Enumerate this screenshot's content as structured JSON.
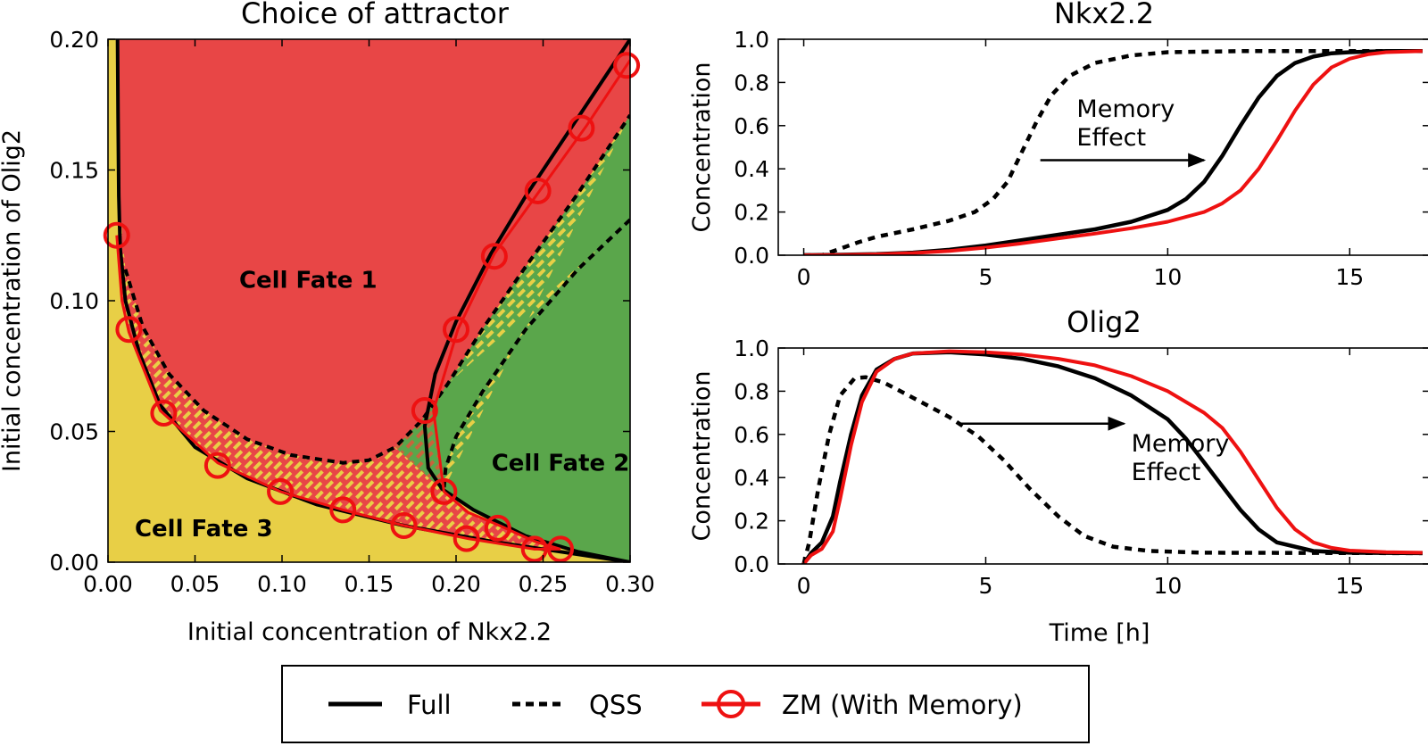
{
  "colors": {
    "fate1": "#E84646",
    "fate2": "#5AA64B",
    "fate3": "#E8CF46",
    "full": "#000000",
    "qss": "#000000",
    "zm": "#EE1111",
    "hatch": "#C8643C"
  },
  "legend": {
    "items": [
      {
        "label": "Full",
        "style": "solid",
        "color": "#000000"
      },
      {
        "label": "QSS",
        "style": "dashed",
        "color": "#000000"
      },
      {
        "label": "ZM (With Memory)",
        "style": "solid-circle",
        "color": "#EE1111"
      }
    ]
  },
  "chart_data": [
    {
      "type": "area",
      "title": "Choice of attractor",
      "xlabel": "Initial concentration of Nkx2.2",
      "ylabel": "Initial concentration of Olig2",
      "xlim": [
        0,
        0.3
      ],
      "ylim": [
        0,
        0.2
      ],
      "xticks": [
        "0.00",
        "0.05",
        "0.10",
        "0.15",
        "0.20",
        "0.25",
        "0.30"
      ],
      "yticks": [
        "0.00",
        "0.05",
        "0.10",
        "0.15",
        "0.20"
      ],
      "regions": [
        {
          "label": "Cell Fate 1",
          "color": "#E84646",
          "label_at": [
            0.115,
            0.108
          ]
        },
        {
          "label": "Cell Fate 2",
          "color": "#5AA64B",
          "label_at": [
            0.26,
            0.038
          ]
        },
        {
          "label": "Cell Fate 3",
          "color": "#E8CF46",
          "label_at": [
            0.055,
            0.013
          ]
        }
      ],
      "series": [
        {
          "name": "Full",
          "style": "solid",
          "left_boundary": [
            [
              0.0055,
              0.2
            ],
            [
              0.0058,
              0.17
            ],
            [
              0.0062,
              0.14
            ],
            [
              0.007,
              0.12
            ],
            [
              0.01,
              0.1
            ],
            [
              0.018,
              0.08
            ],
            [
              0.03,
              0.06
            ],
            [
              0.05,
              0.044
            ],
            [
              0.08,
              0.032
            ],
            [
              0.12,
              0.022
            ],
            [
              0.17,
              0.014
            ],
            [
              0.22,
              0.008
            ],
            [
              0.26,
              0.004
            ],
            [
              0.285,
              0.0015
            ],
            [
              0.3,
              0.0
            ]
          ],
          "right_boundary": [
            [
              0.3,
              0.2
            ],
            [
              0.27,
              0.17
            ],
            [
              0.24,
              0.14
            ],
            [
              0.22,
              0.118
            ],
            [
              0.2,
              0.092
            ],
            [
              0.188,
              0.072
            ],
            [
              0.182,
              0.052
            ],
            [
              0.184,
              0.036
            ],
            [
              0.192,
              0.028
            ],
            [
              0.21,
              0.02
            ],
            [
              0.24,
              0.01
            ],
            [
              0.27,
              0.004
            ],
            [
              0.3,
              0.0
            ]
          ]
        },
        {
          "name": "QSS",
          "style": "dashed",
          "left_boundary": [
            [
              0.01,
              0.112
            ],
            [
              0.02,
              0.09
            ],
            [
              0.035,
              0.072
            ],
            [
              0.055,
              0.058
            ],
            [
              0.08,
              0.047
            ],
            [
              0.105,
              0.041
            ],
            [
              0.135,
              0.038
            ],
            [
              0.15,
              0.039
            ],
            [
              0.165,
              0.044
            ],
            [
              0.18,
              0.054
            ],
            [
              0.195,
              0.068
            ],
            [
              0.215,
              0.089
            ],
            [
              0.24,
              0.113
            ],
            [
              0.27,
              0.141
            ],
            [
              0.3,
              0.171
            ]
          ],
          "right_boundary": [
            [
              0.3,
              0.131
            ],
            [
              0.27,
              0.112
            ],
            [
              0.24,
              0.089
            ],
            [
              0.215,
              0.065
            ],
            [
              0.2,
              0.048
            ],
            [
              0.194,
              0.036
            ],
            [
              0.193,
              0.028
            ]
          ]
        },
        {
          "name": "ZM (With Memory)",
          "style": "solid-circle",
          "left_boundary": [
            [
              0.005,
              0.125
            ],
            [
              0.008,
              0.1
            ],
            [
              0.012,
              0.088
            ],
            [
              0.03,
              0.058
            ],
            [
              0.063,
              0.038
            ],
            [
              0.099,
              0.027
            ],
            [
              0.135,
              0.02
            ],
            [
              0.17,
              0.014
            ],
            [
              0.207,
              0.009
            ],
            [
              0.245,
              0.005
            ],
            [
              0.26,
              0.005
            ]
          ],
          "right_boundary": [
            [
              0.3,
              0.192
            ],
            [
              0.275,
              0.167
            ],
            [
              0.248,
              0.142
            ],
            [
              0.222,
              0.118
            ],
            [
              0.201,
              0.089
            ],
            [
              0.187,
              0.058
            ],
            [
              0.193,
              0.027
            ],
            [
              0.207,
              0.019
            ],
            [
              0.225,
              0.014
            ],
            [
              0.245,
              0.008
            ],
            [
              0.26,
              0.005
            ]
          ],
          "markers": [
            [
              0.005,
              0.125
            ],
            [
              0.012,
              0.089
            ],
            [
              0.032,
              0.057
            ],
            [
              0.063,
              0.037
            ],
            [
              0.099,
              0.027
            ],
            [
              0.135,
              0.02
            ],
            [
              0.17,
              0.014
            ],
            [
              0.206,
              0.009
            ],
            [
              0.245,
              0.005
            ],
            [
              0.26,
              0.005
            ],
            [
              0.193,
              0.027
            ],
            [
              0.224,
              0.013
            ],
            [
              0.182,
              0.058
            ],
            [
              0.2,
              0.089
            ],
            [
              0.222,
              0.117
            ],
            [
              0.247,
              0.142
            ],
            [
              0.272,
              0.166
            ],
            [
              0.298,
              0.19
            ]
          ]
        }
      ]
    },
    {
      "type": "line",
      "title": "Nkx2.2",
      "xlabel": "",
      "ylabel": "Concentration",
      "xlim": [
        -0.7,
        17.2
      ],
      "ylim": [
        0,
        1.0
      ],
      "xticks": [
        "0",
        "5",
        "10",
        "15"
      ],
      "yticks": [
        "0.0",
        "0.2",
        "0.4",
        "0.6",
        "0.8",
        "1.0"
      ],
      "annotation": {
        "line1": "Memory",
        "line2": "Effect",
        "arrow_from": [
          6.5,
          0.44
        ],
        "arrow_to": [
          11.0,
          0.44
        ],
        "text_at": [
          7.5,
          0.64
        ]
      },
      "series": [
        {
          "name": "Full",
          "style": "solid",
          "points": [
            [
              0,
              0
            ],
            [
              1,
              0.002
            ],
            [
              2,
              0.005
            ],
            [
              3,
              0.012
            ],
            [
              4,
              0.025
            ],
            [
              5,
              0.045
            ],
            [
              6,
              0.07
            ],
            [
              7,
              0.095
            ],
            [
              8,
              0.12
            ],
            [
              9,
              0.155
            ],
            [
              10,
              0.21
            ],
            [
              10.5,
              0.26
            ],
            [
              11,
              0.34
            ],
            [
              11.5,
              0.46
            ],
            [
              12,
              0.6
            ],
            [
              12.5,
              0.73
            ],
            [
              13,
              0.83
            ],
            [
              13.5,
              0.89
            ],
            [
              14,
              0.92
            ],
            [
              14.5,
              0.935
            ],
            [
              15,
              0.94
            ],
            [
              16,
              0.945
            ],
            [
              17,
              0.945
            ]
          ]
        },
        {
          "name": "QSS",
          "style": "dashed",
          "points": [
            [
              0,
              0
            ],
            [
              0.5,
              0.0
            ],
            [
              1,
              0.03
            ],
            [
              1.5,
              0.06
            ],
            [
              2,
              0.085
            ],
            [
              3,
              0.12
            ],
            [
              4,
              0.16
            ],
            [
              4.7,
              0.2
            ],
            [
              5.2,
              0.26
            ],
            [
              5.6,
              0.34
            ],
            [
              6,
              0.48
            ],
            [
              6.4,
              0.62
            ],
            [
              6.8,
              0.74
            ],
            [
              7.3,
              0.83
            ],
            [
              8,
              0.89
            ],
            [
              9,
              0.925
            ],
            [
              10,
              0.94
            ],
            [
              12,
              0.945
            ],
            [
              17,
              0.945
            ]
          ]
        },
        {
          "name": "ZM (With Memory)",
          "style": "solid",
          "points": [
            [
              0,
              0
            ],
            [
              1,
              0.001
            ],
            [
              2,
              0.004
            ],
            [
              3,
              0.01
            ],
            [
              4,
              0.02
            ],
            [
              5,
              0.035
            ],
            [
              6,
              0.055
            ],
            [
              7,
              0.078
            ],
            [
              8,
              0.1
            ],
            [
              9,
              0.125
            ],
            [
              10,
              0.155
            ],
            [
              11,
              0.2
            ],
            [
              11.5,
              0.24
            ],
            [
              12,
              0.3
            ],
            [
              12.5,
              0.4
            ],
            [
              13,
              0.53
            ],
            [
              13.5,
              0.67
            ],
            [
              14,
              0.79
            ],
            [
              14.5,
              0.87
            ],
            [
              15,
              0.91
            ],
            [
              15.5,
              0.93
            ],
            [
              16,
              0.94
            ],
            [
              17,
              0.945
            ]
          ]
        }
      ]
    },
    {
      "type": "line",
      "title": "Olig2",
      "xlabel": "Time [h]",
      "ylabel": "Concentration",
      "xlim": [
        -0.7,
        17.2
      ],
      "ylim": [
        0,
        1.0
      ],
      "xticks": [
        "0",
        "5",
        "10",
        "15"
      ],
      "yticks": [
        "0.0",
        "0.2",
        "0.4",
        "0.6",
        "0.8",
        "1.0"
      ],
      "annotation": {
        "line1": "Memory",
        "line2": "Effect",
        "arrow_from": [
          4.3,
          0.65
        ],
        "arrow_to": [
          8.8,
          0.65
        ],
        "text_at": [
          9.0,
          0.52
        ]
      },
      "series": [
        {
          "name": "Full",
          "style": "solid",
          "points": [
            [
              0,
              0
            ],
            [
              0.2,
              0.05
            ],
            [
              0.5,
              0.1
            ],
            [
              0.8,
              0.22
            ],
            [
              1.0,
              0.38
            ],
            [
              1.3,
              0.6
            ],
            [
              1.6,
              0.78
            ],
            [
              2,
              0.9
            ],
            [
              2.5,
              0.95
            ],
            [
              3,
              0.975
            ],
            [
              4,
              0.98
            ],
            [
              5,
              0.97
            ],
            [
              6,
              0.95
            ],
            [
              7,
              0.915
            ],
            [
              8,
              0.86
            ],
            [
              9,
              0.78
            ],
            [
              10,
              0.67
            ],
            [
              10.5,
              0.58
            ],
            [
              11,
              0.47
            ],
            [
              11.5,
              0.36
            ],
            [
              12,
              0.25
            ],
            [
              12.5,
              0.16
            ],
            [
              13,
              0.1
            ],
            [
              14,
              0.06
            ],
            [
              15,
              0.052
            ],
            [
              17,
              0.05
            ]
          ]
        },
        {
          "name": "QSS",
          "style": "dashed",
          "points": [
            [
              0,
              0
            ],
            [
              0.15,
              0.1
            ],
            [
              0.4,
              0.35
            ],
            [
              0.7,
              0.6
            ],
            [
              1.0,
              0.78
            ],
            [
              1.4,
              0.86
            ],
            [
              1.7,
              0.865
            ],
            [
              2.2,
              0.84
            ],
            [
              3,
              0.77
            ],
            [
              4,
              0.68
            ],
            [
              4.8,
              0.59
            ],
            [
              5.5,
              0.48
            ],
            [
              6.2,
              0.35
            ],
            [
              7,
              0.22
            ],
            [
              7.7,
              0.13
            ],
            [
              8.5,
              0.08
            ],
            [
              9.5,
              0.06
            ],
            [
              11,
              0.052
            ],
            [
              17,
              0.05
            ]
          ]
        },
        {
          "name": "ZM (With Memory)",
          "style": "solid",
          "points": [
            [
              0,
              0
            ],
            [
              0.2,
              0.04
            ],
            [
              0.5,
              0.07
            ],
            [
              0.8,
              0.15
            ],
            [
              1.0,
              0.3
            ],
            [
              1.3,
              0.55
            ],
            [
              1.6,
              0.75
            ],
            [
              2,
              0.89
            ],
            [
              2.5,
              0.95
            ],
            [
              3,
              0.975
            ],
            [
              4,
              0.985
            ],
            [
              5,
              0.98
            ],
            [
              6,
              0.97
            ],
            [
              7,
              0.95
            ],
            [
              8,
              0.92
            ],
            [
              9,
              0.87
            ],
            [
              10,
              0.8
            ],
            [
              11,
              0.7
            ],
            [
              11.5,
              0.63
            ],
            [
              12,
              0.52
            ],
            [
              12.5,
              0.39
            ],
            [
              13,
              0.26
            ],
            [
              13.5,
              0.16
            ],
            [
              14,
              0.1
            ],
            [
              14.5,
              0.075
            ],
            [
              15,
              0.062
            ],
            [
              16,
              0.055
            ],
            [
              17,
              0.052
            ]
          ]
        }
      ]
    }
  ]
}
